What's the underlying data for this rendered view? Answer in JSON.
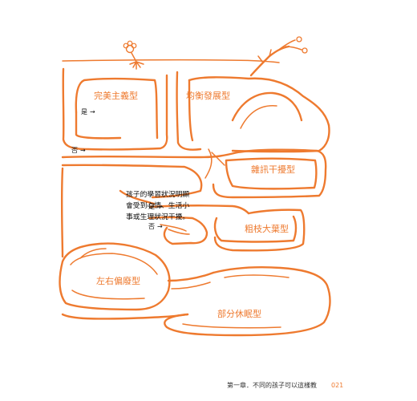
{
  "labels": {
    "perfectionist": "完美主義型",
    "balanced": "均衡發展型",
    "interference": "雜訊干擾型",
    "coarse": "粗枝大葉型",
    "lateral": "左右偏廢型",
    "partial_dormancy": "部分休眠型"
  },
  "flow": {
    "yes_1": "是",
    "no_1": "否",
    "yes_2": "是",
    "no_2": "否",
    "arrow": "→",
    "question": "孩子的學習狀況明顯\n會受到心情、生活小\n事或生理狀況干擾。"
  },
  "footer": {
    "chapter": "第一章．不同的孩子可以這樣教",
    "page": "021"
  },
  "colors": {
    "accent": "#ee7a2f",
    "text": "#111111"
  }
}
